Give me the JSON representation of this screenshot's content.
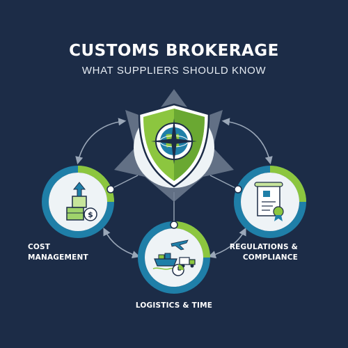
{
  "header": {
    "title": "CUSTOMS BROKERAGE",
    "subtitle": "WHAT SUPPLIERS SHOULD KNOW"
  },
  "center": {
    "icon": "shield-globe-compass-icon"
  },
  "nodes": [
    {
      "id": "cost",
      "label_lines": [
        "COST",
        "MANAGEMENT"
      ],
      "icon": "boxes-dollar-icon"
    },
    {
      "id": "regulations",
      "label_lines": [
        "REGULATIONS &",
        "COMPLIANCE"
      ],
      "icon": "certificate-document-icon"
    },
    {
      "id": "logistics",
      "label_lines": [
        "LOGISTICS & TIME"
      ],
      "icon": "ship-plane-truck-icon"
    }
  ],
  "colors": {
    "background": "#1c2c47",
    "accent_green": "#8cc63f",
    "accent_teal": "#1f7fa8",
    "light_ring": "#eef3f6",
    "connector": "#9aa7b8"
  }
}
